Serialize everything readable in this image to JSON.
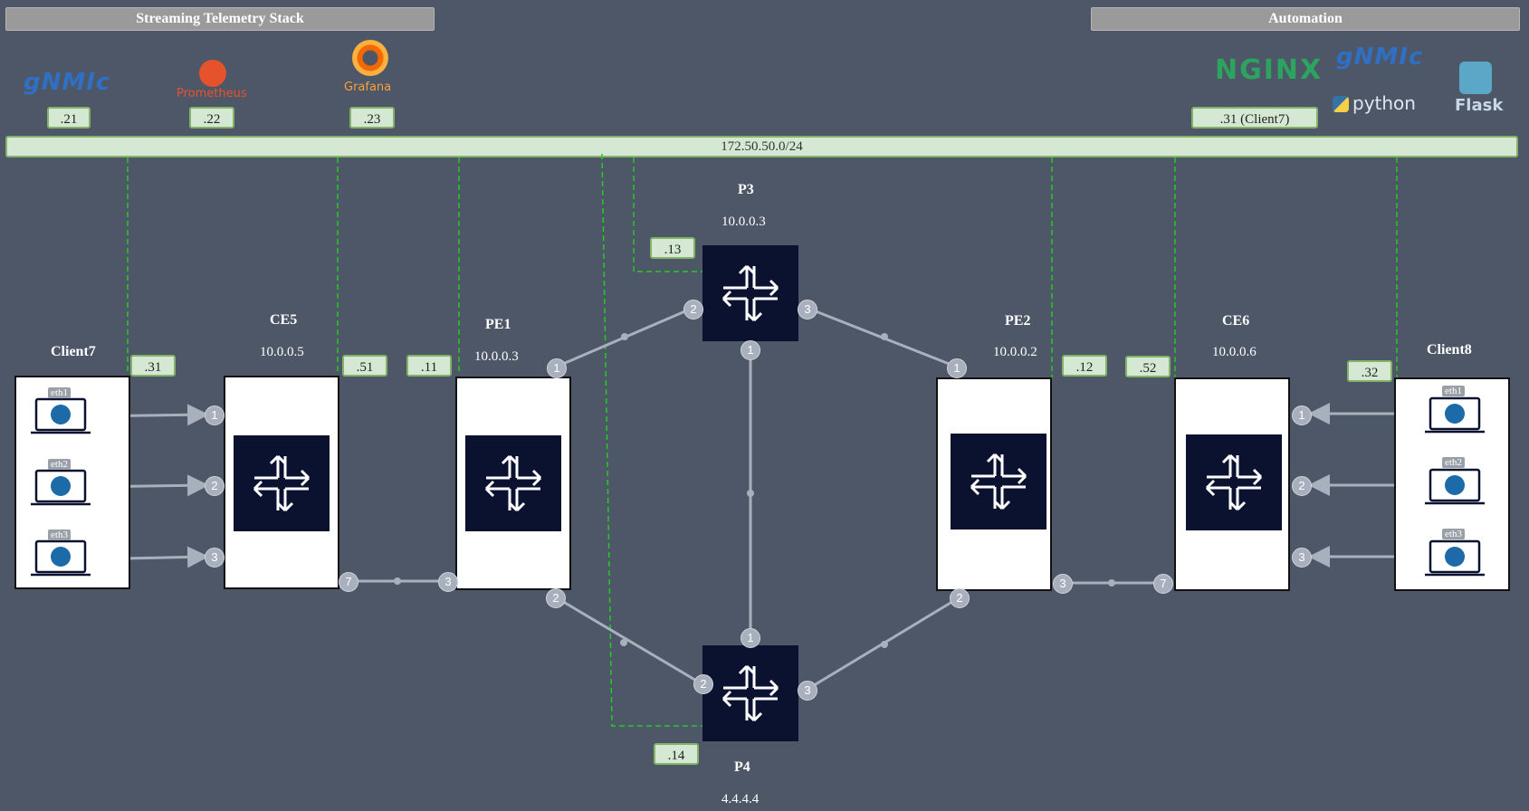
{
  "header": {
    "telemetry_title": "Streaming Telemetry Stack",
    "automation_title": "Automation"
  },
  "network": {
    "subnet": "172.50.50.0/24"
  },
  "logos": {
    "gnmic_left": "gNMIc",
    "prometheus": "Prometheus",
    "grafana": "Grafana",
    "nginx": "NGINX",
    "gnmic_right": "gNMIc",
    "python": "python",
    "flask": "Flask"
  },
  "mgmt_tags": {
    "gnmic": ".21",
    "prometheus": ".22",
    "grafana": ".23",
    "automation": ".31 (Client7)",
    "client7": ".31",
    "ce5": ".51",
    "pe1": ".11",
    "p3": ".13",
    "p4": ".14",
    "pe2": ".12",
    "ce6": ".52",
    "client8": ".32"
  },
  "nodes": {
    "client7": {
      "name": "Client7",
      "ports": [
        "eth1",
        "eth2",
        "eth3"
      ]
    },
    "client8": {
      "name": "Client8",
      "ports": [
        "eth1",
        "eth2",
        "eth3"
      ]
    },
    "ce5": {
      "name": "CE5",
      "ip": "10.0.0.5"
    },
    "pe1": {
      "name": "PE1",
      "ip": "10.0.0.3"
    },
    "p3": {
      "name": "P3",
      "ip": "10.0.0.3"
    },
    "p4": {
      "name": "P4",
      "ip": "4.4.4.4"
    },
    "pe2": {
      "name": "PE2",
      "ip": "10.0.0.2"
    },
    "ce6": {
      "name": "CE6",
      "ip": "10.0.0.6"
    }
  },
  "ports": {
    "ce5": [
      "1",
      "2",
      "3",
      "7"
    ],
    "pe1": [
      "1",
      "2",
      "3"
    ],
    "p3": [
      "1",
      "2",
      "3"
    ],
    "p4": [
      "1",
      "2",
      "3"
    ],
    "pe2": [
      "1",
      "2",
      "3"
    ],
    "ce6": [
      "1",
      "2",
      "3",
      "7"
    ]
  },
  "colors": {
    "background": "#4e5767",
    "router": "#0b1230",
    "link": "#a9b0bd",
    "mgmt_link": "#22cc22",
    "tag_fill": "#d5e8d4",
    "tag_border": "#82b366"
  }
}
